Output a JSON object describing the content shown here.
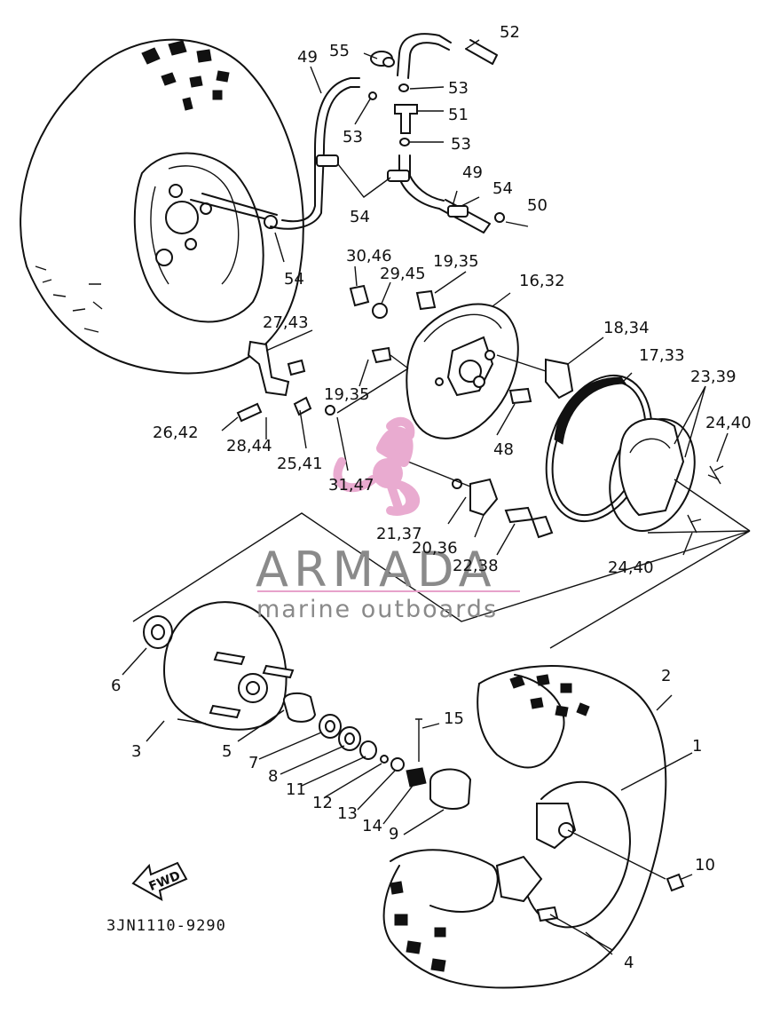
{
  "callouts": {
    "c1": "1",
    "c2": "2",
    "c3": "3",
    "c4": "4",
    "c5": "5",
    "c6": "6",
    "c7": "7",
    "c8": "8",
    "c9": "9",
    "c10": "10",
    "c11": "11",
    "c12": "12",
    "c13": "13",
    "c14": "14",
    "c15": "15",
    "c16_32": "16,32",
    "c17_33": "17,33",
    "c18_34": "18,34",
    "c19_35_top": "19,35",
    "c19_35_mid": "19,35",
    "c20_36": "20,36",
    "c21_37": "21,37",
    "c22_38": "22,38",
    "c23_39": "23,39",
    "c24_40_right": "24,40",
    "c24_40_bottom": "24,40",
    "c25_41": "25,41",
    "c26_42": "26,42",
    "c27_43": "27,43",
    "c28_44": "28,44",
    "c29_45": "29,45",
    "c30_46": "30,46",
    "c31_47": "31,47",
    "c48": "48",
    "c49_top": "49",
    "c49_right": "49",
    "c50": "50",
    "c51": "51",
    "c52": "52",
    "c53_a": "53",
    "c53_b": "53",
    "c53_c": "53",
    "c54_left": "54",
    "c54_mid": "54",
    "c54_right": "54",
    "c55": "55"
  },
  "diagram_code": "3JN1110-9290",
  "fwd_label": "FWD",
  "watermark": {
    "brand": "ARMADA",
    "tagline": "marine outboards",
    "logo_color": "#e7a2cb"
  }
}
